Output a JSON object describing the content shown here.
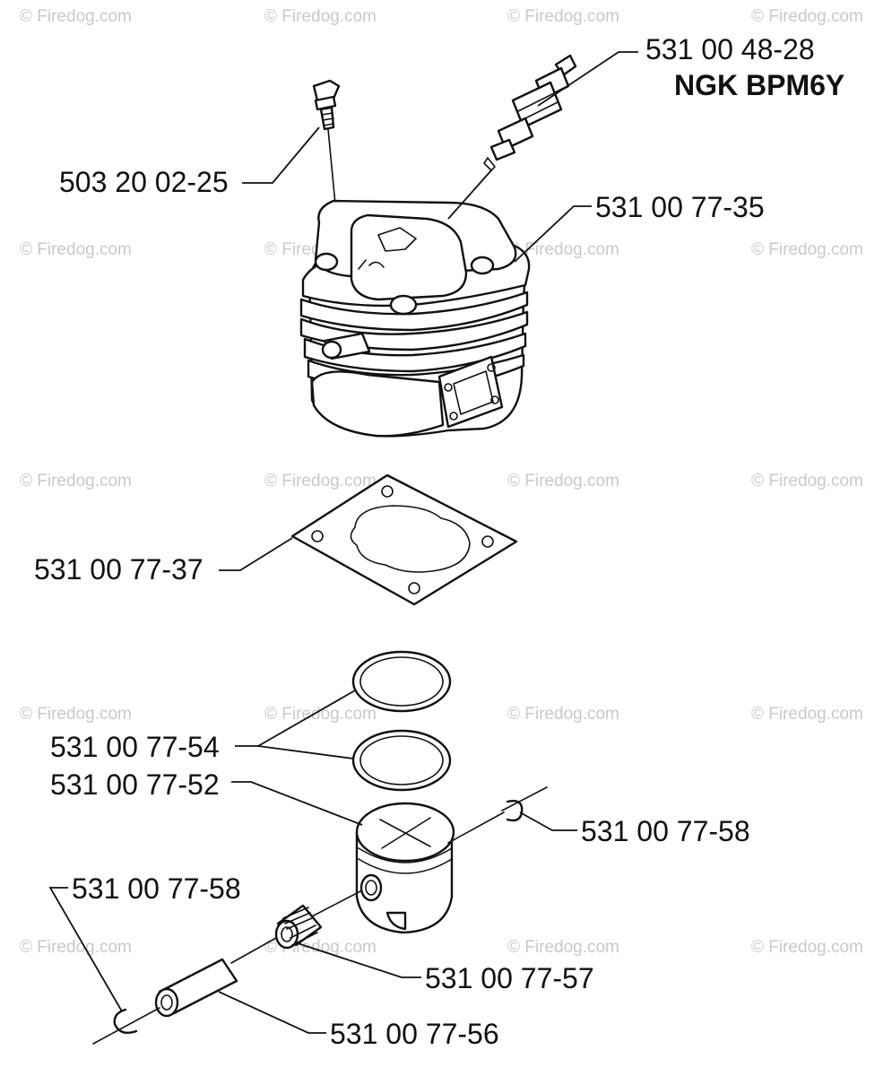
{
  "watermark": "© Firedog.com",
  "callouts": {
    "spark_plug_number": "531 00 48-28",
    "spark_plug_type": "NGK BPM6Y",
    "screw": "503 20 02-25",
    "cylinder": "531 00 77-35",
    "cylinder_gasket": "531 00 77-37",
    "piston_rings": "531 00 77-54",
    "piston": "531 00 77-52",
    "circlip_right": "531 00 77-58",
    "circlip_left": "531 00 77-58",
    "needle_bearing": "531 00 77-57",
    "piston_pin": "531 00 77-56"
  }
}
